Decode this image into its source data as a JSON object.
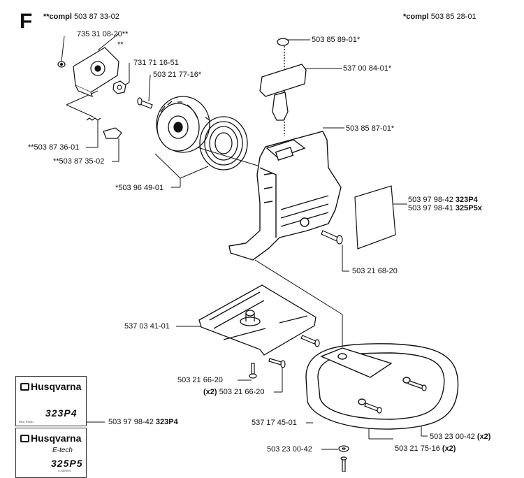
{
  "section_letter": "F",
  "header": {
    "left_prefix": "**compl",
    "left_number": "503 87 33-02",
    "right_prefix": "*compl",
    "right_number": "503 85 28-01"
  },
  "labels": {
    "p_735310820": "735 31 08-20**",
    "p_dblstar": "**",
    "p_731711651": "731 71 16-51",
    "p_503217716": "503 21 77-16*",
    "p_503858901": "503 85 89-01*",
    "p_537008401": "537 00 84-01*",
    "p_503858701": "503 85 87-01*",
    "p_503873601": "**503 87 36-01",
    "p_503873502": "**503 87 35-02",
    "p_503964901": "*503 96 49-01",
    "p_503979842_num": "503 97 98-42",
    "p_503979842_model": "323P4",
    "p_503979841_num": "503 97 98-41",
    "p_503979841_model": "325P5x",
    "p_503216820": "503 21 68-20",
    "p_537034101": "537 03 41-01",
    "p_503216620": "503 21 66-20",
    "p_x2_503216620_prefix": "(x2)",
    "p_x2_503216620_num": "503 21 66-20",
    "p_537174501": "537 17 45-01",
    "p_503230042_num": "503 23 00-42",
    "p_503230042_qty": "(x2)",
    "p_503217516_num": "503 21 75-16",
    "p_503217516_qty": "(x2)",
    "p_503230042b": "503 23 00-42",
    "p_logo1_num": "503 97 98-42",
    "p_logo1_model": "323P4"
  },
  "decals": {
    "brand": "Husqvarna",
    "model_a": "323P4",
    "model_a_small": "RRC PEND",
    "model_b": "325P5",
    "model_b_series": "X-SERIES",
    "etech": "E-tech"
  }
}
